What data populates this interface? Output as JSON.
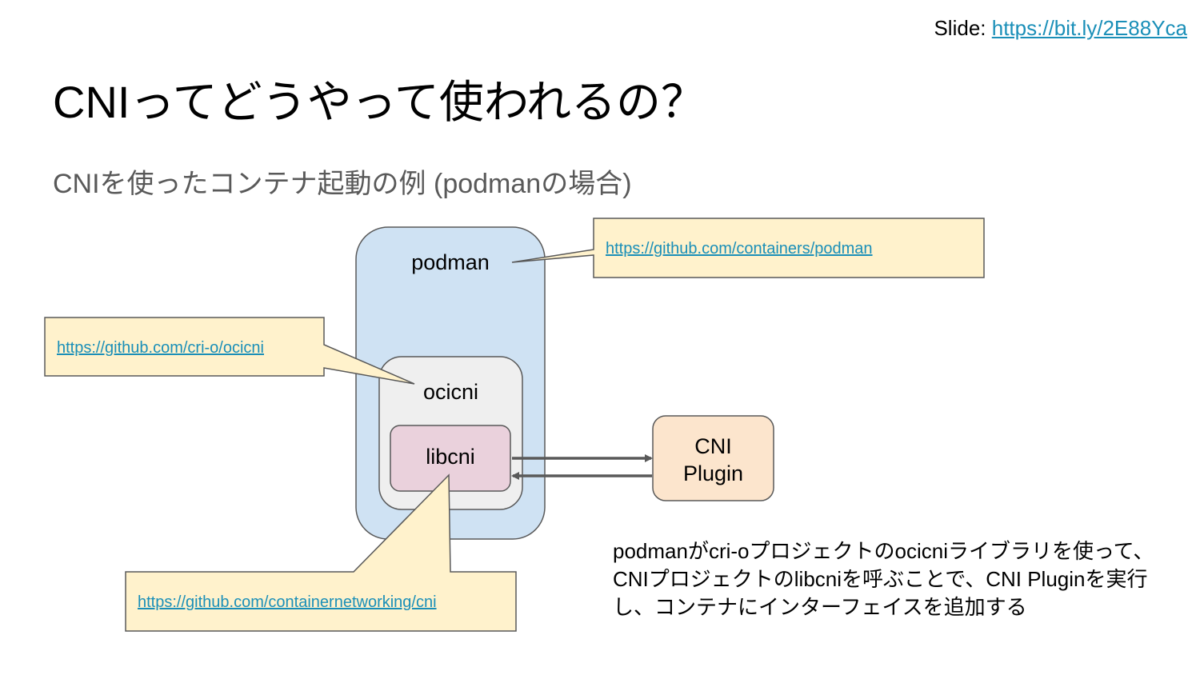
{
  "header": {
    "slide_prefix": "Slide:",
    "slide_url": "https://bit.ly/2E88Yca"
  },
  "title": "CNIってどうやって使われるの？",
  "subtitle": "CNIを使ったコンテナ起動の例 (podmanの場合)",
  "diagram": {
    "boxes": {
      "podman": "podman",
      "ocicni": "ocicni",
      "libcni": "libcni",
      "cni_plugin_line1": "CNI",
      "cni_plugin_line2": "Plugin"
    },
    "callouts": {
      "podman_url": "https://github.com/containers/podman",
      "ocicni_url": "https://github.com/cri-o/ocicni",
      "cni_url": "https://github.com/containernetworking/cni"
    },
    "colors": {
      "podman_fill": "#cfe2f3",
      "ocicni_fill": "#efefef",
      "libcni_fill": "#ead1dc",
      "plugin_fill": "#fce5cd",
      "callout_fill": "#fff2cc",
      "link": "#1a8fb8",
      "subtitle": "#595959"
    }
  },
  "description": "podmanがcri-oプロジェクトのocicniライブラリを使って、CNIプロジェクトのlibcniを呼ぶことで、CNI Pluginを実行し、コンテナにインターフェイスを追加する"
}
